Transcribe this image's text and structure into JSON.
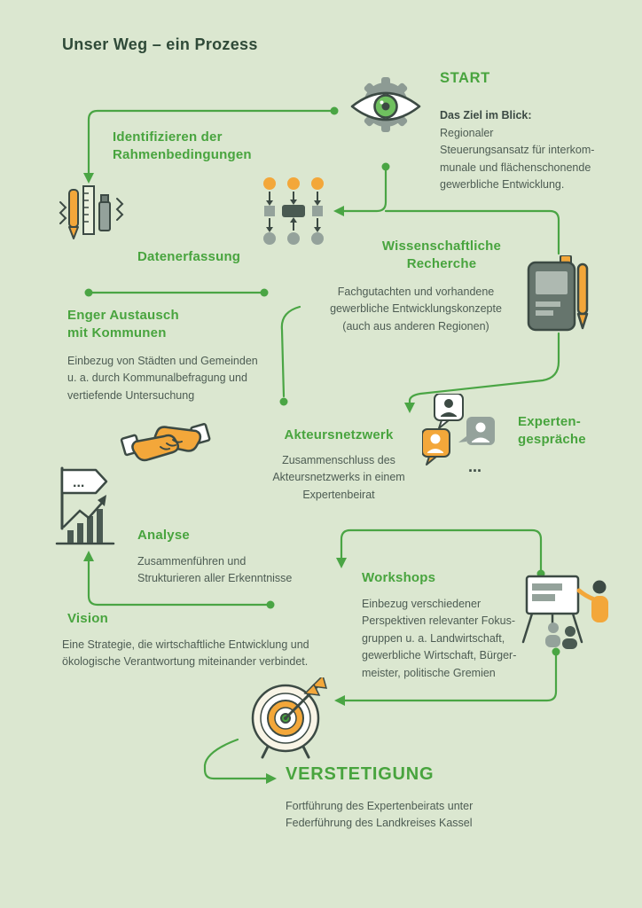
{
  "page": {
    "title": "Unser Weg – ein Prozess"
  },
  "colors": {
    "background": "#dbe7d0",
    "accent_green": "#48a43e",
    "arrow_green": "#4aa544",
    "accent_orange": "#f3a73a",
    "icon_gray": "#94a29b",
    "outline_dark": "#3c4a44",
    "body_text": "#4d5c53"
  },
  "steps": {
    "start": {
      "heading": "START",
      "lead": "Das Ziel im Blick:",
      "body": "Regionaler\nSteuerungsansatz für interkom-\nmunale und flächenschonende\ngewerbliche Entwicklung."
    },
    "identifizieren": {
      "heading": "Identifizieren der\nRahmenbedingungen"
    },
    "datenerfassung": {
      "heading": "Datenerfassung"
    },
    "wissenschaftliche": {
      "heading": "Wissenschaftliche\nRecherche",
      "body": "Fachgutachten und vorhandene\ngewerbliche Entwicklungskonzepte\n(auch aus anderen Regionen)"
    },
    "enger_austausch": {
      "heading": "Enger Austausch\nmit Kommunen",
      "body": "Einbezug von Städten und Gemeinden\nu. a. durch Kommunalbefragung und\nvertiefende Untersuchung"
    },
    "akteursnetzwerk": {
      "heading": "Akteursnetzwerk",
      "body": "Zusammenschluss des\nAkteursnetzwerks in einem\nExpertenbeirat"
    },
    "expertengespraeche": {
      "heading": "Experten-\ngespräche",
      "ellipsis": "..."
    },
    "analyse": {
      "heading": "Analyse",
      "body": "Zusammenführen und\nStrukturieren aller Erkenntnisse",
      "flag_label": "..."
    },
    "vision": {
      "heading": "Vision",
      "body": "Eine Strategie, die wirtschaftliche Entwicklung und\nökologische Verantwortung miteinander verbindet."
    },
    "workshops": {
      "heading": "Workshops",
      "body": "Einbezug verschiedener\nPerspektiven relevanter Fokus-\ngruppen u. a. Landwirtschaft,\ngewerbliche Wirtschaft, Bürger-\nmeister, politische Gremien"
    },
    "verstetigung": {
      "heading": "VERSTETIGUNG",
      "body": "Fortführung des Expertenbeirats unter\nFederführung des Landkreises Kassel"
    }
  },
  "icons": {
    "start": "eye-gear-icon",
    "datenerfassung": "stationery-icon",
    "prozess": "flowchart-icon",
    "recherche": "notebook-pen-icon",
    "austausch": "handshake-icon",
    "experten": "speech-bubbles-icon",
    "analyse": "flag-chart-icon",
    "workshops": "presentation-icon",
    "verstetigung": "target-dart-icon"
  }
}
